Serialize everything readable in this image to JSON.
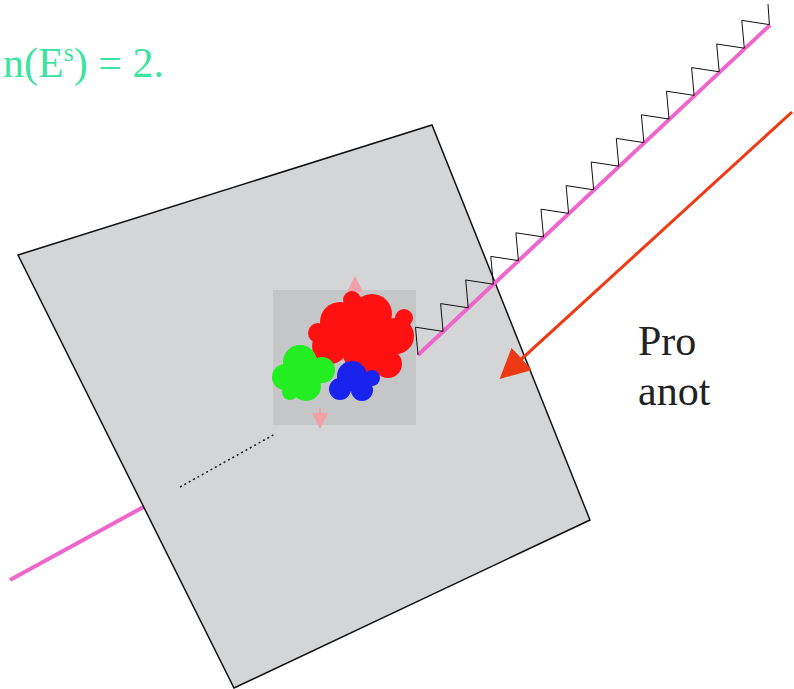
{
  "diagram": {
    "labels": [
      "n(E",
      "s",
      ") = 2.",
      "Pro",
      "anot"
    ]
  }
}
